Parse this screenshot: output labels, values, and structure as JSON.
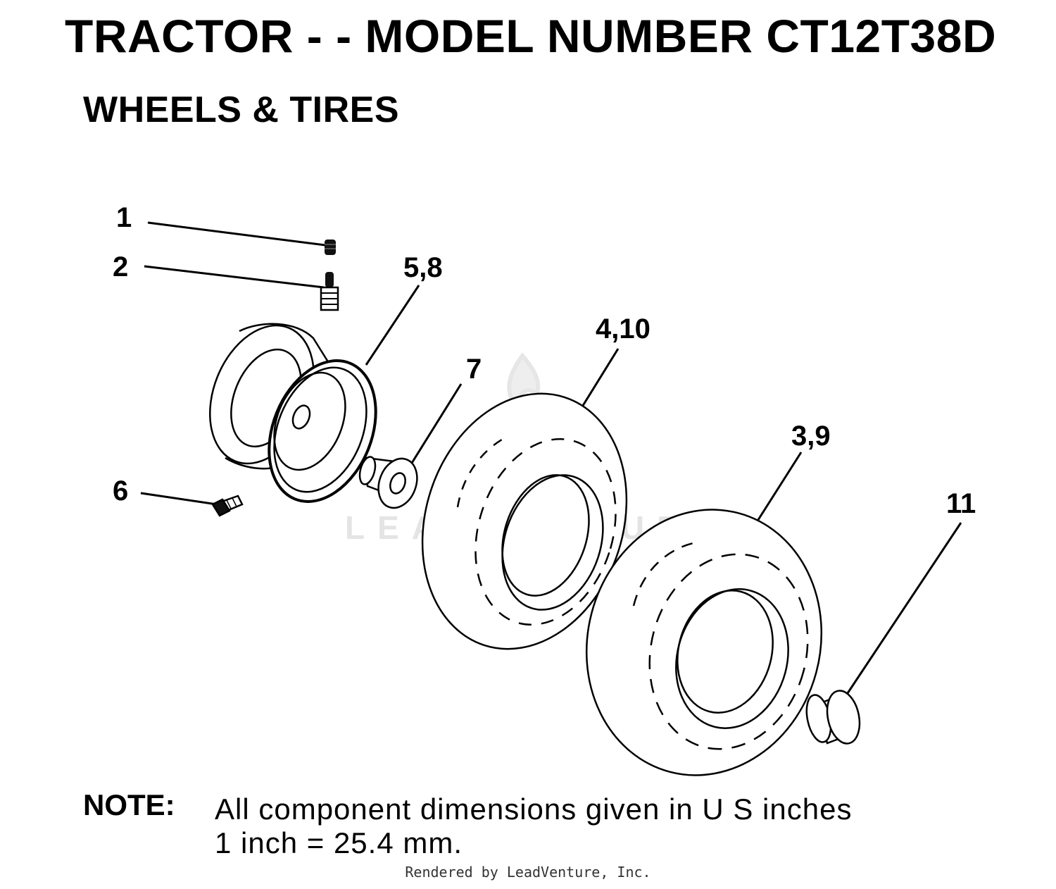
{
  "header": {
    "title": "TRACTOR - - MODEL NUMBER CT12T38D",
    "subtitle": "WHEELS & TIRES"
  },
  "callouts": {
    "c1": "1",
    "c2": "2",
    "c58": "5,8",
    "c7": "7",
    "c410": "4,10",
    "c39": "3,9",
    "c11": "11",
    "c6": "6"
  },
  "watermark": {
    "text": "LEADVENTURE"
  },
  "note": {
    "label": "NOTE:",
    "line1": "All component dimensions given in U S  inches",
    "line2": "1 inch = 25.4 mm."
  },
  "footer": {
    "text": "Rendered by LeadVenture, Inc."
  }
}
